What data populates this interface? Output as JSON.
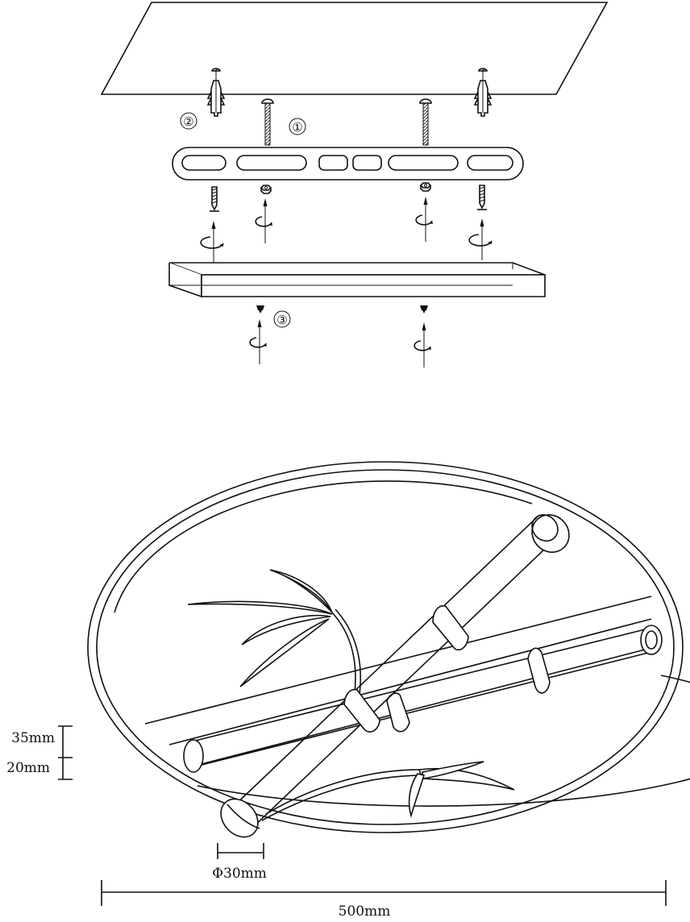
{
  "steps": {
    "step1": "①",
    "step2": "②",
    "step3": "③"
  },
  "dimensions": {
    "height_top": "35mm",
    "height_bottom": "20mm",
    "tube_diameter": "Φ30mm",
    "overall_width": "500mm"
  },
  "colors": {
    "line": "#111111",
    "background": "#ffffff"
  }
}
